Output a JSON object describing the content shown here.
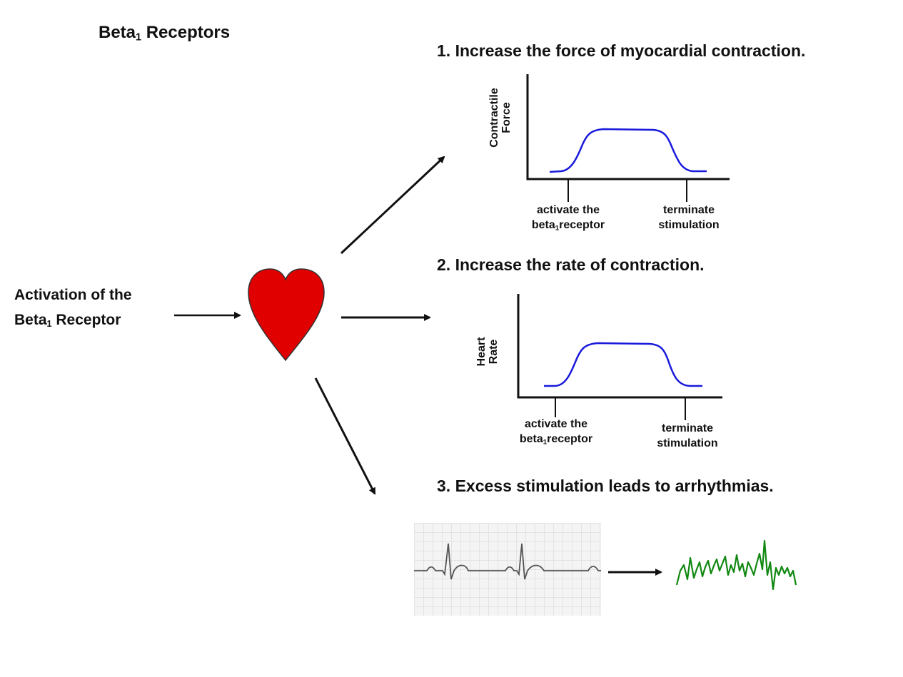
{
  "title": {
    "text": "Beta",
    "sub": "1",
    "rest": " Receptors"
  },
  "activation": {
    "line1": "Activation of the",
    "line2_text": "Beta",
    "line2_sub": "1",
    "line2_rest": " Receptor"
  },
  "effects": [
    {
      "heading": "1. Increase the force of myocardial contraction."
    },
    {
      "heading": "2. Increase the rate of contraction."
    },
    {
      "heading": "3. Excess stimulation leads to arrhythmias."
    }
  ],
  "graph1": {
    "ylabel_line1": "Contractile",
    "ylabel_line2": "Force",
    "tick_start_line1": "activate the",
    "tick_start_line2_text": "beta",
    "tick_start_line2_sub": "1",
    "tick_start_line2_rest": "receptor",
    "tick_end_line1": "terminate",
    "tick_end_line2": "stimulation"
  },
  "graph2": {
    "ylabel_line1": "Heart",
    "ylabel_line2": "Rate",
    "tick_start_line1": "activate the",
    "tick_start_line2_text": "beta",
    "tick_start_line2_sub": "1",
    "tick_start_line2_rest": "receptor",
    "tick_end_line1": "terminate",
    "tick_end_line2": "stimulation"
  },
  "colors": {
    "heart": "#e00000",
    "curve": "#1a1adc",
    "arrhythmia": "#118811",
    "ecg": "#555555"
  }
}
